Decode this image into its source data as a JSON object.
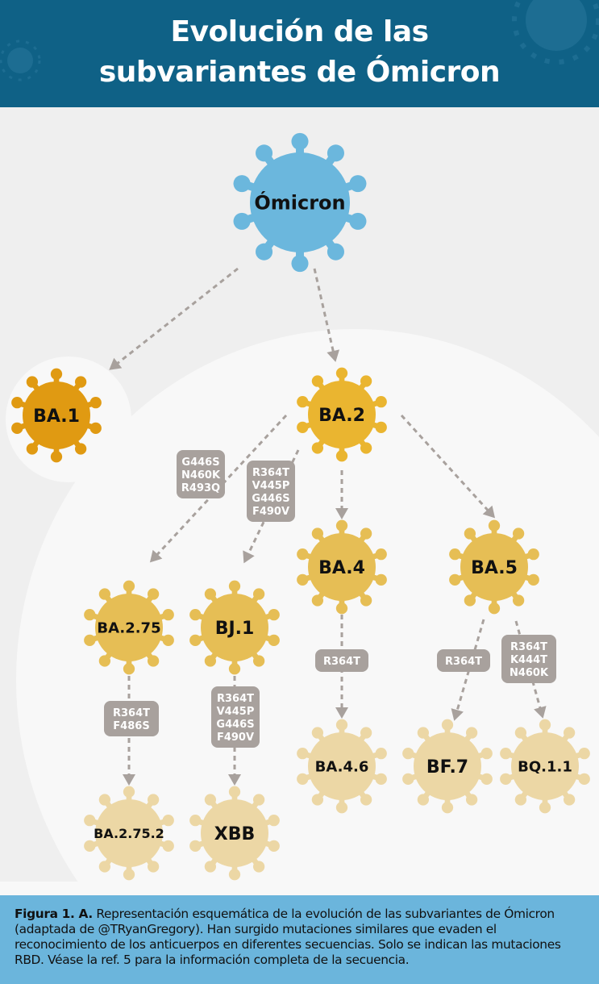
{
  "header": {
    "title_line1": "Evolución de las",
    "title_line2": "subvariantes de Ómicron",
    "bg_color": "#0f6186"
  },
  "nodes": {
    "omicron": "Ómicron",
    "ba1": "BA.1",
    "ba2": "BA.2",
    "ba4": "BA.4",
    "ba5": "BA.5",
    "ba275": "BA.2.75",
    "bj1": "BJ.1",
    "ba46": "BA.4.6",
    "bf7": "BF.7",
    "bq11": "BQ.1.1",
    "ba2752": "BA.2.75.2",
    "xbb": "XBB"
  },
  "mutations": {
    "ba2_to_ba275": [
      "G446S",
      "N460K",
      "R493Q"
    ],
    "ba2_to_bj1": [
      "R364T",
      "V445P",
      "G446S",
      "F490V"
    ],
    "ba4_to_ba46": [
      "R364T"
    ],
    "ba5_to_bf7": [
      "R364T"
    ],
    "ba5_to_bq11": [
      "R364T",
      "K444T",
      "N460K"
    ],
    "ba275_to_ba2752": [
      "R364T",
      "F486S"
    ],
    "bj1_to_xbb": [
      "R364T",
      "V445P",
      "G446S",
      "F490V"
    ]
  },
  "caption": {
    "bold": "Figura 1. A.",
    "text": "Representación esquemática de la evolución de las subvariantes de Ómicron (adaptada de @TRyanGregory). Han surgido mutaciones similares que evaden el reconocimiento de los anticuerpos en diferentes secuencias. Solo se indican las mutaciones RBD. Véase la ref. 5 para la información completa de la secuencia."
  },
  "colors": {
    "omicron": "#6bb7dd",
    "ba1": "#e09a12",
    "gen2": "#eab530",
    "gen3": "#e6be55",
    "gen4": "#ecd7a5",
    "tag": "#a8a19d",
    "arrow": "#a8a19d",
    "caption_bg": "#6bb5dc"
  }
}
